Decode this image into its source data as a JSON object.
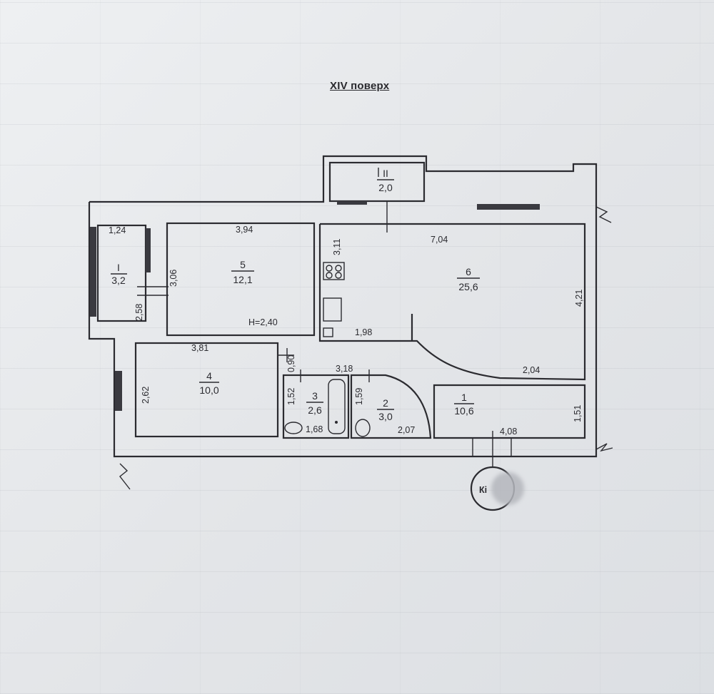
{
  "floor_label": "XIV поверх",
  "rooms": [
    {
      "id": "I",
      "number": "I",
      "area": "3,2"
    },
    {
      "id": "II",
      "number": "II",
      "area": "2,0"
    },
    {
      "id": "1",
      "number": "1",
      "area": "10,6"
    },
    {
      "id": "2",
      "number": "2",
      "area": "3,0"
    },
    {
      "id": "3",
      "number": "3",
      "area": "2,6"
    },
    {
      "id": "4",
      "number": "4",
      "area": "10,0"
    },
    {
      "id": "5",
      "number": "5",
      "area": "12,1"
    },
    {
      "id": "6",
      "number": "6",
      "area": "25,6"
    }
  ],
  "dimensions": {
    "d1_24": "1,24",
    "d3_94": "3,94",
    "d3_06": "3,06",
    "d2_58": "2,58",
    "h2_40": "H=2,40",
    "d3_11": "3,11",
    "d7_04": "7,04",
    "d4_21": "4,21",
    "d1_98": "1,98",
    "d3_81": "3,81",
    "d0_90": "0,90",
    "d3_18": "3,18",
    "d2_62": "2,62",
    "d1_52": "1,52",
    "d1_68": "1,68",
    "d1_59": "1,59",
    "d2_07": "2,07",
    "d2_04": "2,04",
    "d1_51": "1,51",
    "d4_08": "4,08"
  },
  "entrance_label": "Кі"
}
